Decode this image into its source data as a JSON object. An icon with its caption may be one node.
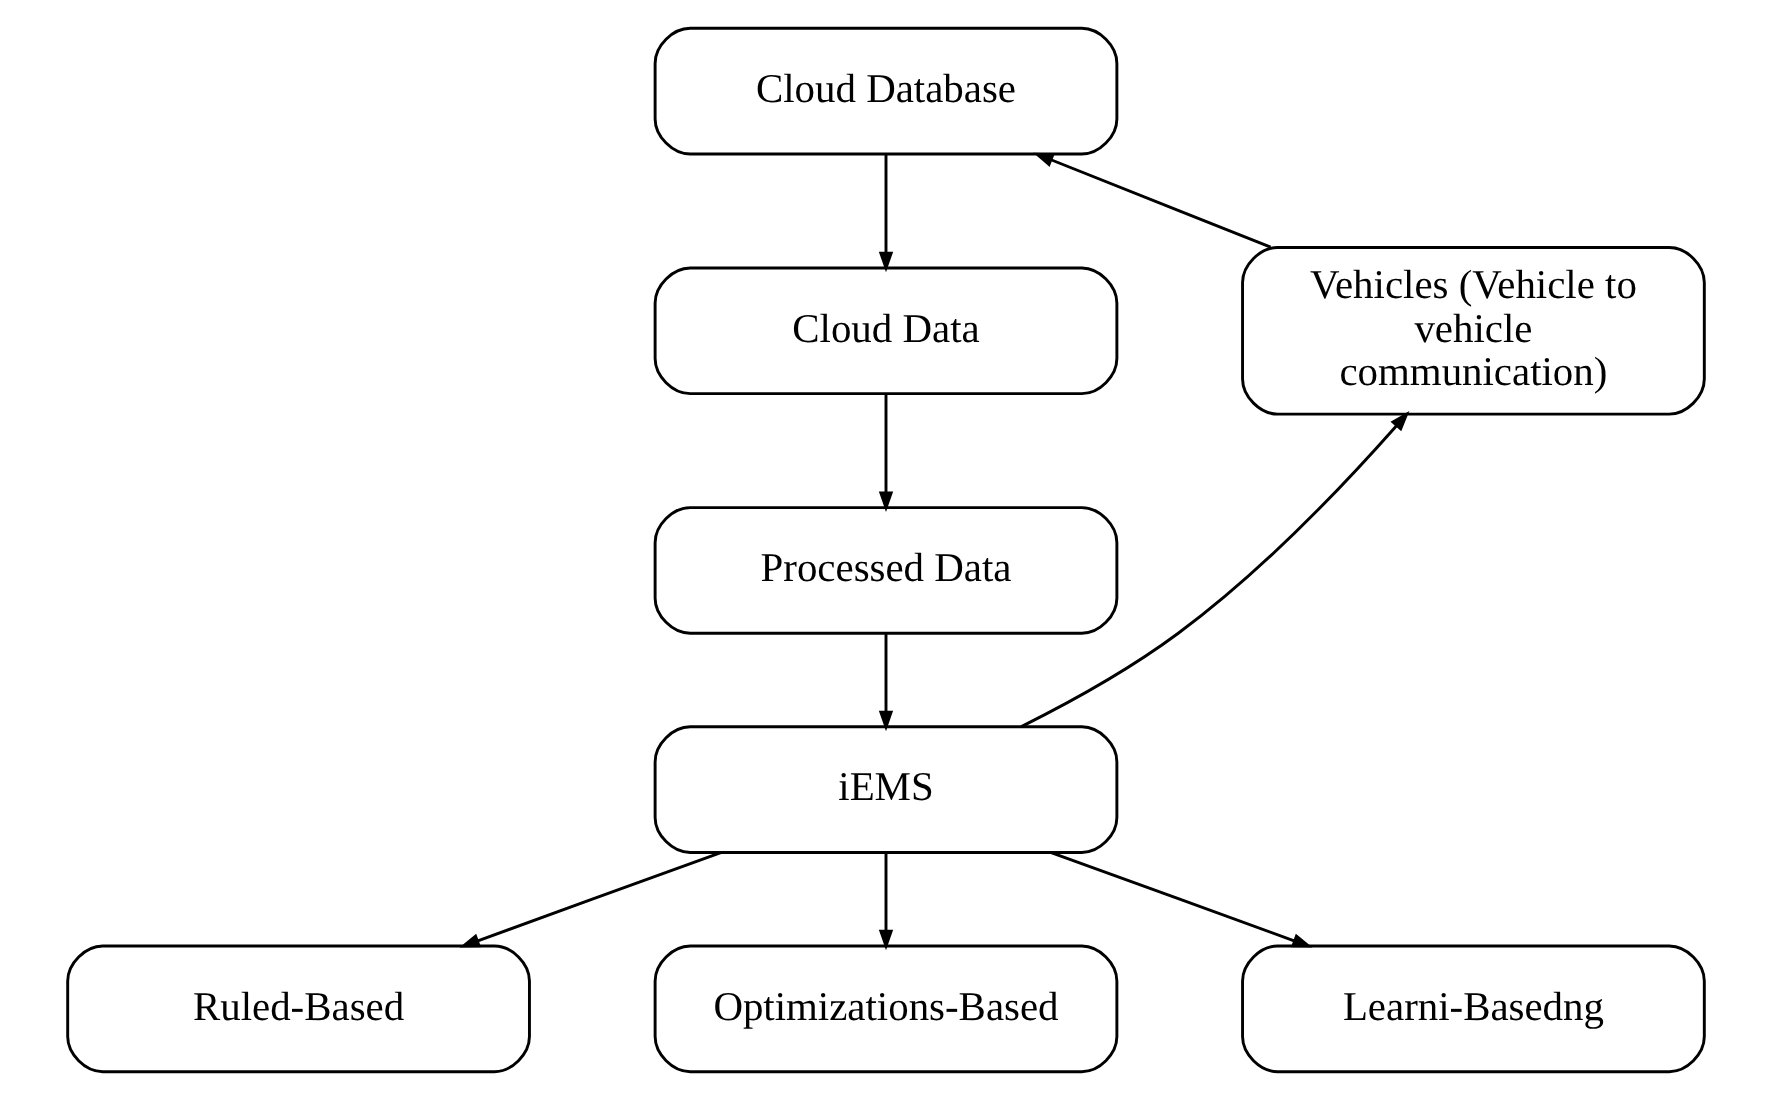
{
  "diagram": {
    "nodes": [
      {
        "text": [
          "Cloud Database"
        ]
      },
      {
        "text": [
          "Vehicles (Vehicle to vehicle communication)"
        ]
      },
      {
        "text": [
          "Cloud Data"
        ]
      },
      {
        "text": [
          "Processed Data"
        ]
      },
      {
        "text": [
          "iEMS"
        ]
      },
      {
        "text": [
          "Ruled-Based"
        ]
      },
      {
        "text": [
          "Optimizations-Based"
        ]
      },
      {
        "text": [
          "Learni-Basedng"
        ]
      }
    ],
    "edges": [
      {
        "from": 0,
        "to": 2,
        "arrow": "to"
      },
      {
        "from": 2,
        "to": 3,
        "arrow": "to"
      },
      {
        "from": 3,
        "to": 4,
        "arrow": "to"
      },
      {
        "from": 4,
        "to": 1,
        "arrow": "to"
      },
      {
        "from": 1,
        "to": 0,
        "arrow": "to"
      },
      {
        "from": 4,
        "to": 5,
        "arrow": "to"
      },
      {
        "from": 4,
        "to": 6,
        "arrow": "to"
      },
      {
        "from": 4,
        "to": 7,
        "arrow": "to"
      }
    ]
  }
}
